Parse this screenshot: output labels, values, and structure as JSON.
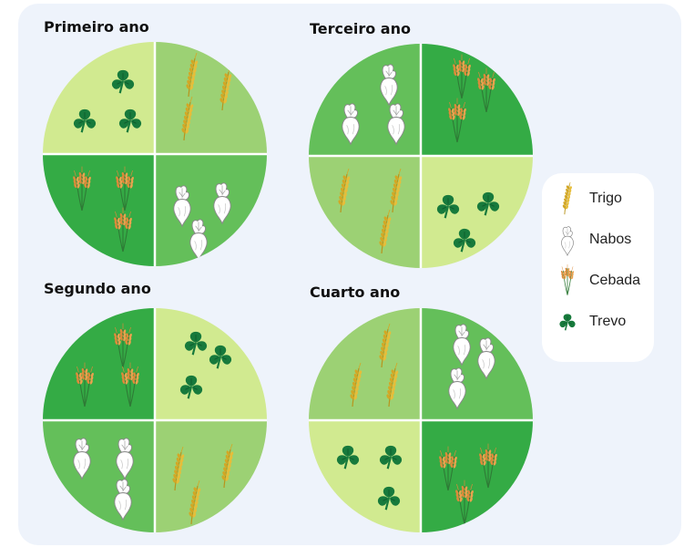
{
  "colors": {
    "panel": "#eef3fb",
    "field_light": "#d1ea90",
    "field_mid": "#9cd174",
    "field_green": "#64bf5a",
    "field_dark": "#34ab45",
    "clover": "#177a3c",
    "wheat": "#d3a725",
    "barley": "#de8a3a",
    "turnip": "#ffffff"
  },
  "years": [
    {
      "title": "Primeiro ano",
      "quadrants": [
        {
          "crop": "trevo",
          "shade": "field_light"
        },
        {
          "crop": "trigo",
          "shade": "field_mid"
        },
        {
          "crop": "cebada",
          "shade": "field_dark"
        },
        {
          "crop": "nabos",
          "shade": "field_green"
        }
      ]
    },
    {
      "title": "Terceiro ano",
      "quadrants": [
        {
          "crop": "nabos",
          "shade": "field_green"
        },
        {
          "crop": "cebada",
          "shade": "field_dark"
        },
        {
          "crop": "trigo",
          "shade": "field_mid"
        },
        {
          "crop": "trevo",
          "shade": "field_light"
        }
      ]
    },
    {
      "title": "Segundo ano",
      "quadrants": [
        {
          "crop": "cebada",
          "shade": "field_dark"
        },
        {
          "crop": "trevo",
          "shade": "field_light"
        },
        {
          "crop": "nabos",
          "shade": "field_green"
        },
        {
          "crop": "trigo",
          "shade": "field_mid"
        }
      ]
    },
    {
      "title": "Cuarto ano",
      "quadrants": [
        {
          "crop": "trigo",
          "shade": "field_mid"
        },
        {
          "crop": "nabos",
          "shade": "field_green"
        },
        {
          "crop": "trevo",
          "shade": "field_light"
        },
        {
          "crop": "cebada",
          "shade": "field_dark"
        }
      ]
    }
  ],
  "legend": [
    {
      "crop": "trigo",
      "label": "Trigo",
      "icon": "wheat-icon"
    },
    {
      "crop": "nabos",
      "label": "Nabos",
      "icon": "turnip-icon"
    },
    {
      "crop": "cebada",
      "label": "Cebada",
      "icon": "barley-icon"
    },
    {
      "crop": "trevo",
      "label": "Trevo",
      "icon": "clover-icon"
    }
  ]
}
